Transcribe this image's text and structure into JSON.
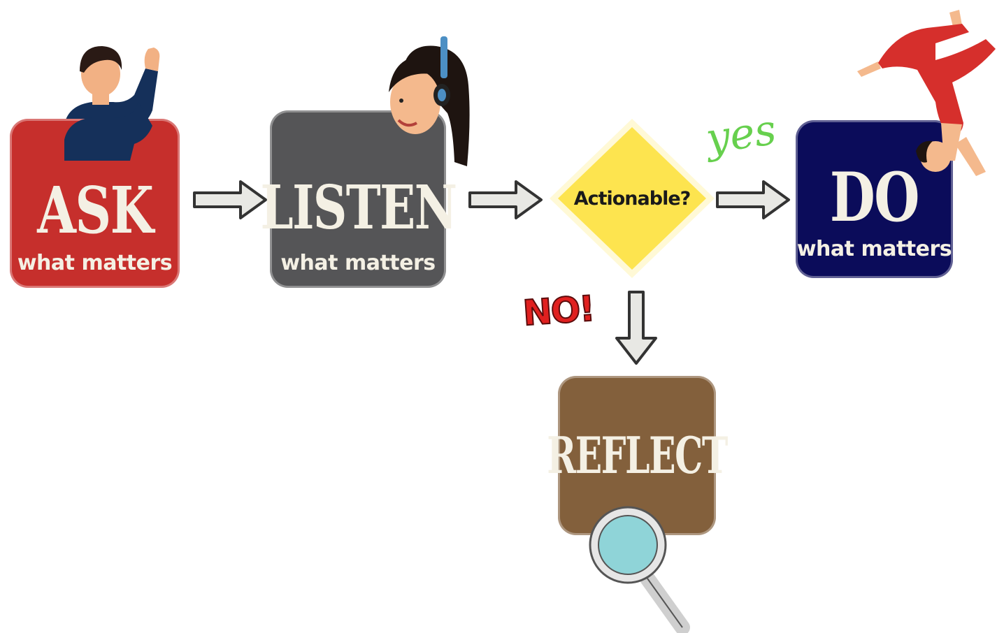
{
  "steps": {
    "ask": {
      "title": "ASK",
      "subtitle": "what matters",
      "color": "#c62f2c"
    },
    "listen": {
      "title": "LISTEN",
      "subtitle": "what matters",
      "color": "#555557"
    },
    "do": {
      "title": "DO",
      "subtitle": "what matters",
      "color": "#0b0c5a"
    },
    "reflect": {
      "title": "REFLECT",
      "color": "#83603c"
    }
  },
  "decision": {
    "label": "Actionable?",
    "color": "#fde44f"
  },
  "branches": {
    "yes": "yes",
    "no": "NO!"
  },
  "icons": [
    "waving-person-icon",
    "headset-woman-icon",
    "handstand-woman-icon",
    "magnifying-glass-icon",
    "arrow-right-icon",
    "arrow-down-icon"
  ]
}
